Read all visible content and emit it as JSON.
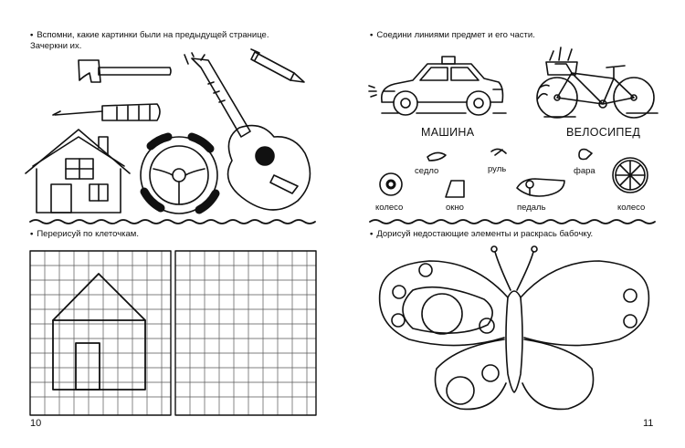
{
  "left_page": {
    "task1": {
      "line1": "Вспомни, какие картинки были на предыдущей странице.",
      "line2": "Зачеркни их."
    },
    "task2": "Перерисуй по клеточкам.",
    "page_number": "10"
  },
  "right_page": {
    "task1": "Соедини линиями предмет и его части.",
    "vehicles": {
      "car": "МАШИНА",
      "bicycle": "ВЕЛОСИПЕД"
    },
    "parts": {
      "seat": "седло",
      "handlebar": "руль",
      "headlight": "фара",
      "wheel_left": "колесо",
      "window": "окно",
      "pedal": "педаль",
      "wheel_right": "колесо"
    },
    "task2": "Дорисуй недостающие элементы и раскрась бабочку.",
    "page_number": "11"
  },
  "icons": [
    "hammer-icon",
    "pen-icon",
    "screwdriver-icon",
    "guitar-icon",
    "house-icon",
    "steering-wheel-icon",
    "car-icon",
    "bicycle-icon",
    "butterfly-icon"
  ]
}
